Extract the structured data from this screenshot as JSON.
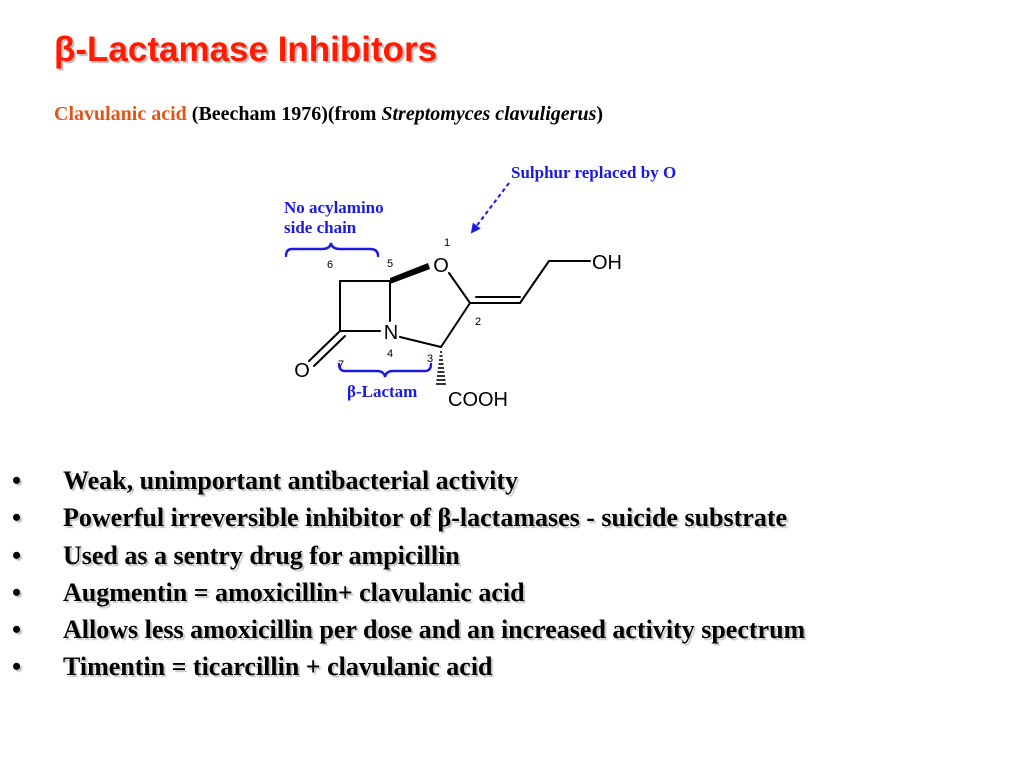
{
  "title": "β-Lactamase Inhibitors",
  "subtitle": {
    "name": "Clavulanic acid",
    "paren_open": "(Beecham 1976)(from ",
    "organism": "Streptomyces clavuligerus",
    "paren_close": ")"
  },
  "structure": {
    "annotation_sulphur": "Sulphur replaced by O",
    "annotation_acyl_line1": "No acylamino",
    "annotation_acyl_line2": "side chain",
    "annotation_lactam": "β-Lactam",
    "atoms": {
      "ring_o": "O",
      "n": "N",
      "carbonyl_o": "O",
      "oh": "OH",
      "cooh": "COOH"
    },
    "numbers": [
      "1",
      "2",
      "3",
      "4",
      "5",
      "6",
      "7"
    ],
    "colors": {
      "annotation": "#1a1ae0",
      "title": "#ff1a00",
      "subtitle_accent": "#e0561a"
    }
  },
  "bullets": [
    "Weak, unimportant antibacterial activity",
    "Powerful irreversible inhibitor of β-lactamases - suicide substrate",
    "Used as a sentry drug for ampicillin",
    "Augmentin = amoxicillin+ clavulanic acid",
    "Allows less amoxicillin per dose and an increased activity spectrum",
    "Timentin = ticarcillin + clavulanic acid"
  ],
  "bullet_symbol": "•"
}
